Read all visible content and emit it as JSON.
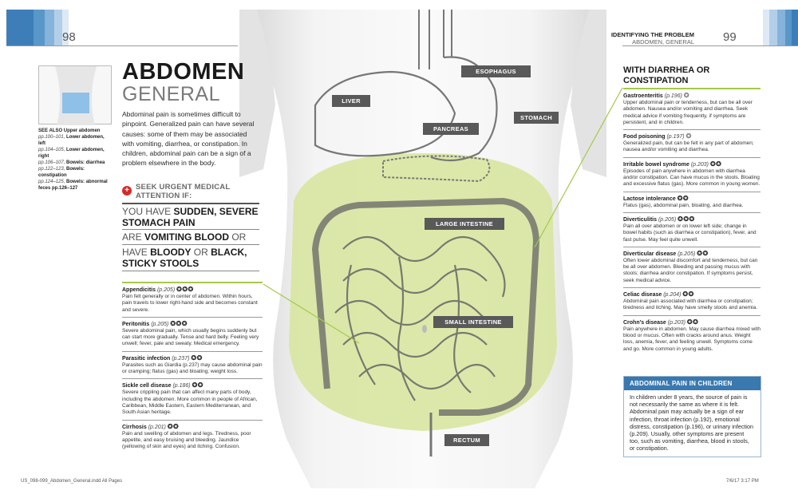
{
  "header": {
    "left_page_number": "98",
    "right_page_number": "99",
    "running_head_title": "IDENTIFYING THE PROBLEM",
    "running_head_subtitle": "ABDOMEN, GENERAL"
  },
  "sidebar": {
    "see_also_label": "SEE ALSO",
    "see_also_lines": [
      {
        "ref": "",
        "text": "Upper abdomen"
      },
      {
        "ref": "pp.100–101,",
        "text": "Lower abdomen, left"
      },
      {
        "ref": "pp.104–105,",
        "text": "Lower abdomen, right"
      },
      {
        "ref": "pp.106–107,",
        "text": "Bowels: diarrhea"
      },
      {
        "ref": "pp.122–123,",
        "text": "Bowels: constipation"
      },
      {
        "ref": "pp.124–125,",
        "text": "Bowels: abnormal"
      },
      {
        "ref": "",
        "text": "feces pp.126–127"
      }
    ]
  },
  "title": {
    "main": "ABDOMEN",
    "sub": "GENERAL"
  },
  "intro": "Abdominal pain is sometimes difficult to pinpoint. Generalized pain can have several causes: some of them may be associated with vomiting, diarrhea, or constipation. In children, abdominal pain can be a sign of a problem elsewhere in the body.",
  "urgent": {
    "heading": "SEEK URGENT MEDICAL ATTENTION IF:",
    "items": [
      {
        "pre": "YOU HAVE ",
        "bold": "SUDDEN, SEVERE STOMACH PAIN",
        "post": ""
      },
      {
        "pre": "ARE ",
        "bold": "VOMITING BLOOD",
        "post": " OR"
      },
      {
        "pre": "HAVE ",
        "bold": "BLOODY",
        "post": " OR ",
        "bold2": "BLACK, STICKY STOOLS"
      }
    ]
  },
  "left_conditions": [
    {
      "name": "Appendicitis",
      "ref": "(p.205)",
      "icons": "✪✪✪",
      "text": "Pain felt generally or in center of abdomen. Within hours, pain travels to lower right-hand side and becomes constant and severe."
    },
    {
      "name": "Peritonitis",
      "ref": "(p.205)",
      "icons": "✪✪✪",
      "text": "Severe abdominal pain, which usually begins suddenly but can start more gradually. Tense and hard belly. Feeling very unwell; fever, pale and sweaty. Medical emergency."
    },
    {
      "name": "Parasitic infection",
      "ref": "(p.237)",
      "icons": "✪✪",
      "text": "Parasites such as Giardia (p.237) may cause abdominal pain or cramping; flatus (gas) and bloating; weight loss."
    },
    {
      "name": "Sickle cell disease",
      "ref": "(p.186)",
      "icons": "✪✪",
      "text": "Severe crippling pain that can affect many parts of body, including the abdomen. More common in people of African, Caribbean, Middle Eastern, Eastern Mediterranean, and South Asian heritage."
    },
    {
      "name": "Cirrhosis",
      "ref": "(p.201)",
      "icons": "✪✪",
      "text": "Pain and swelling of abdomen and legs. Tiredness, poor appetite, and easy bruising and bleeding. Jaundice (yellowing of skin and eyes) and itching. Confusion."
    }
  ],
  "right_heading": "WITH DIARRHEA OR CONSTIPATION",
  "right_conditions": [
    {
      "name": "Gastroenteritis",
      "ref": "(p.196)",
      "icons": "✪",
      "text": "Upper abdominal pain or tenderness, but can be all over abdomen. Nausea and/or vomiting and diarrhea. Seek medical advice if vomiting frequently, if symptoms are persistent, and in children."
    },
    {
      "name": "Food poisoning",
      "ref": "(p.197)",
      "icons": "✪",
      "text": "Generalized pain, but can be felt in any part of abdomen; nausea and/or vomiting and diarrhea."
    },
    {
      "name": "Irritable bowel syndrome",
      "ref": "(p.203)",
      "icons": "✪✪",
      "text": "Episodes of pain anywhere in abdomen with diarrhea and/or constipation. Can have mucus in the stools. Bloating and excessive flatus (gas). More common in young women."
    },
    {
      "name": "Lactose intolerance",
      "ref": "",
      "icons": "✪✪",
      "text": "Flatus (gas), abdominal pain, bloating, and diarrhea."
    },
    {
      "name": "Diverticulitis",
      "ref": "(p.205)",
      "icons": "✪✪✪",
      "text": "Pain all over abdomen or on lower left side; change in bowel habits (such as diarrhea or constipation), fever, and fast pulse. May feel quite unwell."
    },
    {
      "name": "Diverticular disease",
      "ref": "(p.205)",
      "icons": "✪✪",
      "text": "Often lower abdominal discomfort and tenderness, but can be all over abdomen. Bleeding and passing mucus with stools; diarrhea and/or constipation. If symptoms persist, seek medical advice."
    },
    {
      "name": "Celiac disease",
      "ref": "(p.204)",
      "icons": "✪✪",
      "text": "Abdominal pain associated with diarrhea or constipation; tiredness and itching. May have smelly stools and anemia."
    },
    {
      "name": "Crohn’s disease",
      "ref": "(p.203)",
      "icons": "✪✪",
      "text": "Pain anywhere in abdomen. May cause diarrhea mixed with blood or mucus. Often with cracks around anus. Weight loss, anemia, fever, and feeling unwell. Symptoms come and go. More common in young adults."
    }
  ],
  "child_box": {
    "heading": "ABDOMINAL PAIN IN CHILDREN",
    "text": "In children under 8 years, the source of pain is not necessarily the same as where it is felt. Abdominal pain may actually be a sign of ear infection, throat infection (p.192), emotional distress, constipation (p.196), or urinary infection (p.209). Usually, other symptoms are present too, such as vomiting, diarrhea, blood in stools, or constipation."
  },
  "organ_labels": {
    "esophagus": "ESOPHAGUS",
    "liver": "LIVER",
    "stomach": "STOMACH",
    "pancreas": "PANCREAS",
    "large_intestine": "LARGE INTESTINE",
    "small_intestine": "SMALL INTESTINE",
    "rectum": "RECTUM"
  },
  "footer": {
    "left": "US_098-099_Abdomen_General.indd   All Pages",
    "right": "7/6/17   3:17 PM"
  },
  "colors": {
    "accent_green": "#a5c94a",
    "highlight_green": "#d8e6a0",
    "urgent_red": "#d62a2a",
    "child_blue": "#3a78b0",
    "label_gray": "#595959"
  }
}
